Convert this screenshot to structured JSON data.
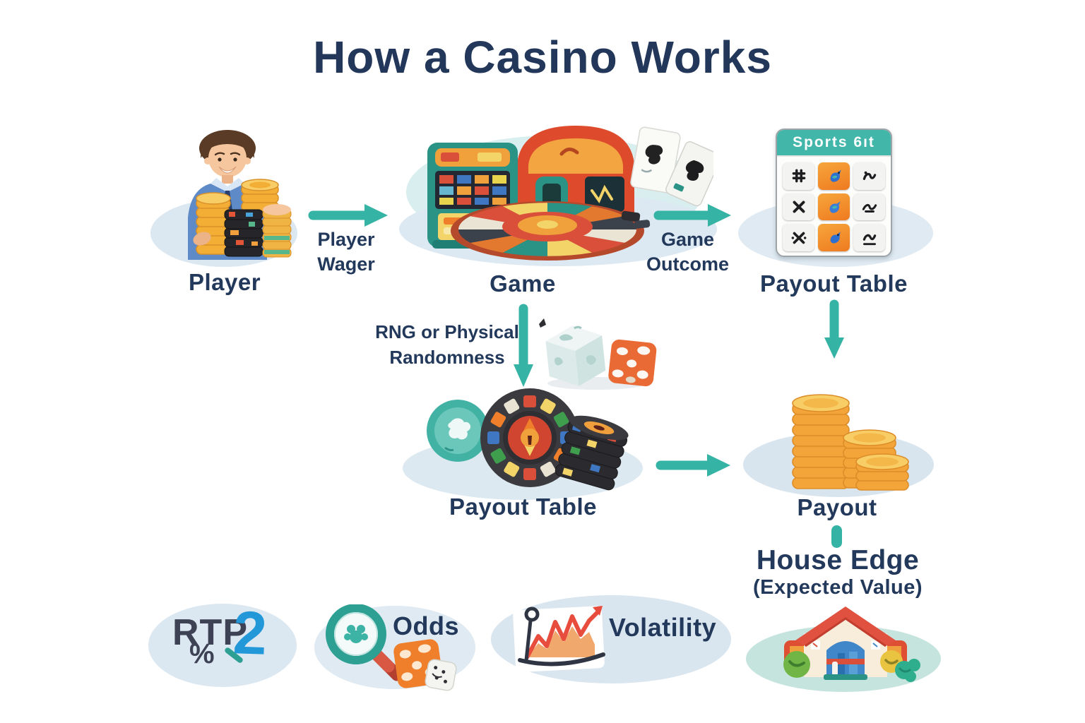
{
  "title": "How a Casino Works",
  "colors": {
    "accent_teal": "#35b3a4",
    "navy_text": "#23395b",
    "card_header_teal": "#43b6aa",
    "coin_gold": "#f4a53a",
    "rtp_numeral_blue": "#2298d9",
    "ellipse_blue": "#dce8f1",
    "house_ellipse_green": "#c6e4de"
  },
  "nodes": {
    "player": {
      "label": "Player"
    },
    "game": {
      "label": "Game"
    },
    "payout_table_top": {
      "label": "Payout Table",
      "header": "Sports 6ıt"
    },
    "payout_table_bottom": {
      "label": "Payout Table"
    },
    "payout": {
      "label": "Payout"
    },
    "house_edge": {
      "label": "House Edge",
      "sublabel": "(Expected Value)"
    }
  },
  "arrows": {
    "player_wager": {
      "line1": "Player",
      "line2": "Wager"
    },
    "game_outcome": {
      "line1": "Game",
      "line2": "Outcome"
    },
    "rng": {
      "line1": "RNG or Physical",
      "line2": "Randomness"
    }
  },
  "glossary": {
    "rtp": {
      "text": "RTP",
      "percent": "%",
      "numeral": "2"
    },
    "odds": {
      "label": "Odds"
    },
    "volatility": {
      "label": "Volatility"
    }
  },
  "icons": {
    "player": "player-with-casino-chips",
    "game": [
      "slot-machine",
      "arcade-cabinet",
      "playing-cards",
      "roulette-wheel"
    ],
    "payout_table_top": "sports-bet-grid-card",
    "payout_grid": [
      [
        "hash-glyph",
        "ball-glyph",
        "squiggle-glyph"
      ],
      [
        "cross-glyph",
        "ball-glyph",
        "squiggle-glyph"
      ],
      [
        "cross-splash-glyph",
        "ball-glyph",
        "squiggle-underline-glyph"
      ]
    ],
    "randomness": "dice-pair",
    "payout_table_bottom": [
      "casino-chip",
      "roulette-wheel",
      "chip-stack"
    ],
    "payout": "gold-coin-stacks",
    "house_edge": "casino-house",
    "rtp": "rtp-percent-pen",
    "odds": "magnifier-with-dice",
    "volatility": "volatility-line-chart"
  }
}
